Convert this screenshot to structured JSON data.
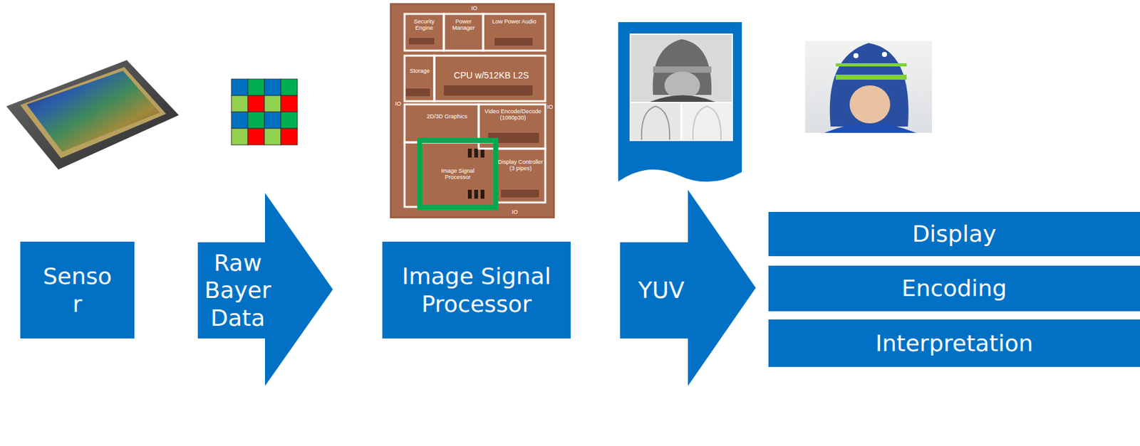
{
  "diagram": {
    "nodes": [
      {
        "text": [
          "Senso r"
        ]
      },
      {
        "text": [
          "Raw Bayer Data"
        ]
      },
      {
        "text": [
          "Image Signal Processor"
        ]
      },
      {
        "text": [
          "YUV"
        ]
      },
      {
        "text": [
          "Display"
        ]
      },
      {
        "text": [
          "Encoding"
        ]
      },
      {
        "text": [
          "Interpretation"
        ]
      }
    ],
    "labels": [
      "IO",
      "Security Engine",
      "Power Manager",
      "Low Power Audio",
      "Storage",
      "CPU w/512KB L2S",
      "2D/3D Graphics",
      "Video Encode/Decode (1080p30)",
      "Image Signal Processor",
      "Display Controller (3 pipes)",
      "IO",
      "IO",
      "IO"
    ]
  }
}
